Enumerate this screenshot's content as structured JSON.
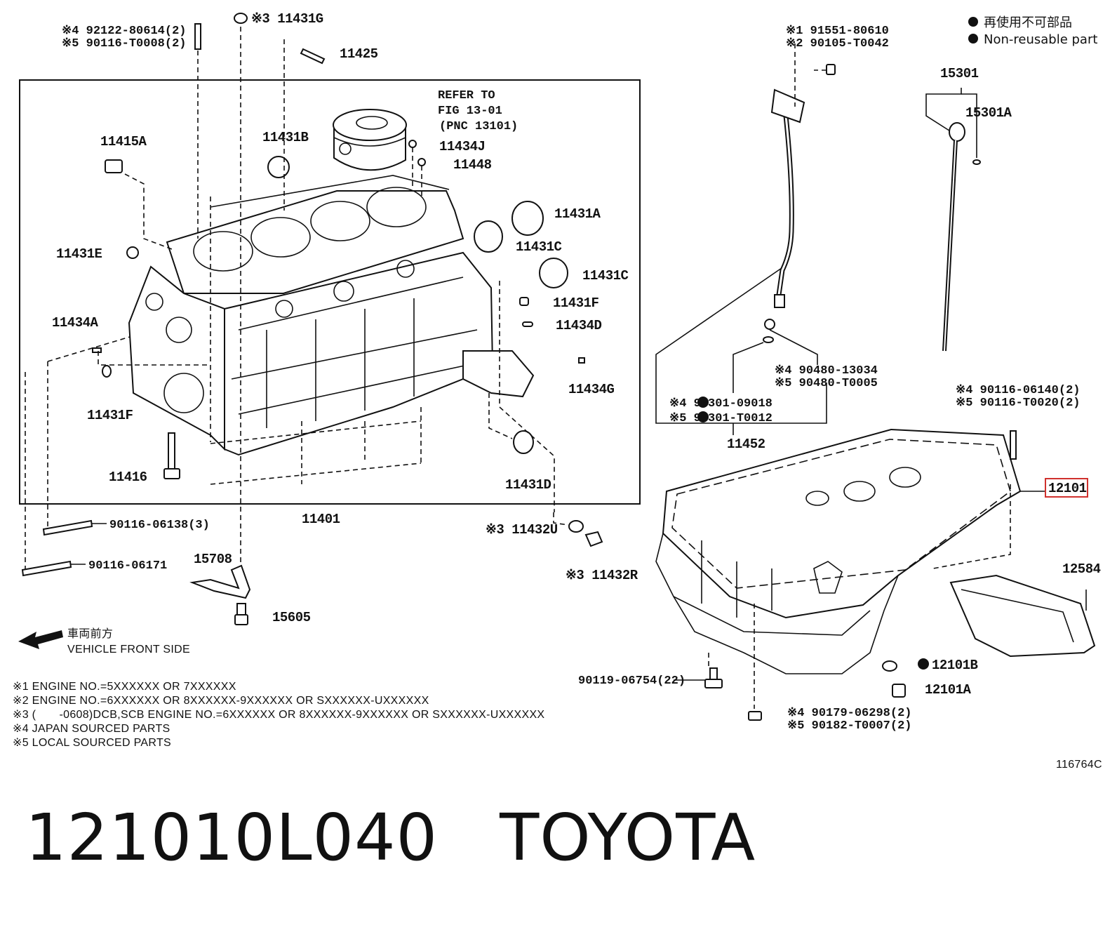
{
  "legend": {
    "jp": "再使用不可部品",
    "en": "Non-reusable part"
  },
  "refer": {
    "line1": "REFER TO",
    "line2": "FIG 13-01",
    "line3": "(PNC 13101)"
  },
  "labels": {
    "l_92122_a": "※4 92122-80614(2)",
    "l_92122_b": "※5 90116-T0008(2)",
    "l_11431G": "※3 11431G",
    "l_11425": "11425",
    "l_11415A": "11415A",
    "l_11431B": "11431B",
    "l_11434J": "11434J",
    "l_11448": "11448",
    "l_11431A": "11431A",
    "l_11431C_1": "11431C",
    "l_11431C_2": "11431C",
    "l_11431E": "11431E",
    "l_11431F_1": "11431F",
    "l_11434D": "11434D",
    "l_11434A": "11434A",
    "l_11434G": "11434G",
    "l_11431F_2": "11431F",
    "l_11416": "11416",
    "l_11431D": "11431D",
    "l_11401": "11401",
    "l_90116_06138": "90116-06138(3)",
    "l_90116_06171": "90116-06171",
    "l_11432U": "※3 11432U",
    "l_11432R": "※3 11432R",
    "l_15708": "15708",
    "l_15605": "15605",
    "l_91551_a": "※1 91551-80610",
    "l_91551_b": "※2 90105-T0042",
    "l_15301": "15301",
    "l_15301A": "15301A",
    "l_90480_a": "※4 90480-13034",
    "l_90480_b": "※5 90480-T0005",
    "l_90301_a": "※4 90301-09018",
    "l_90301_b": "※5 90301-T0012",
    "l_11452": "11452",
    "l_90116_06140_a": "※4 90116-06140(2)",
    "l_90116_06140_b": "※5 90116-T0020(2)",
    "l_12101": "12101",
    "l_12584": "12584",
    "l_90119": "90119-06754(22)",
    "l_12101B": "12101B",
    "l_12101A": "12101A",
    "l_90179_a": "※4 90179-06298(2)",
    "l_90179_b": "※5 90182-T0007(2)"
  },
  "front": {
    "jp": "車両前方",
    "en": "VEHICLE FRONT SIDE"
  },
  "notes": [
    "※1 ENGINE NO.=5XXXXXX OR 7XXXXXX",
    "※2 ENGINE NO.=6XXXXXX OR 8XXXXXX-9XXXXXX OR SXXXXXX-UXXXXXX",
    "※3 (       -0608)DCB,SCB ENGINE NO.=6XXXXXX OR 8XXXXXX-9XXXXXX OR SXXXXXX-UXXXXXX",
    "※4 JAPAN SOURCED PARTS",
    "※5 LOCAL SOURCED PARTS"
  ],
  "diagram_id": "116764C",
  "caption": {
    "part_number": "121010L040",
    "brand": "TOYOTA"
  },
  "colors": {
    "ink": "#111111",
    "highlight": "#d0312d"
  }
}
